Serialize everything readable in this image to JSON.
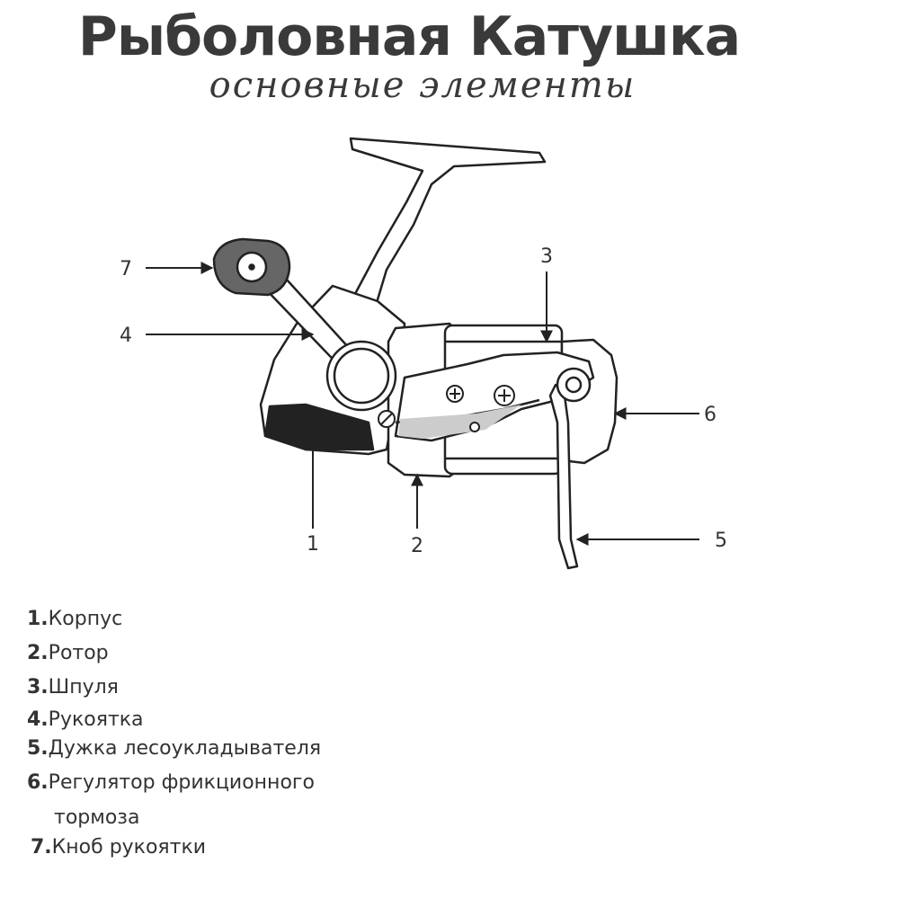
{
  "header": {
    "title": "Рыболовная Катушка",
    "subtitle": "основные элементы"
  },
  "callouts": [
    {
      "num": "1"
    },
    {
      "num": "2"
    },
    {
      "num": "3"
    },
    {
      "num": "4"
    },
    {
      "num": "5"
    },
    {
      "num": "6"
    },
    {
      "num": "7"
    }
  ],
  "legend": {
    "items": [
      {
        "num": "1.",
        "label": "Корпус"
      },
      {
        "num": "2.",
        "label": "Ротор"
      },
      {
        "num": "3.",
        "label": "Шпуля"
      },
      {
        "num": "4.",
        "label": "Рукоятка"
      },
      {
        "num": "5.",
        "label": "Дужка лесоукладывателя"
      },
      {
        "num": "6.",
        "label": "Регулятор фрикционного",
        "label_cont": "тормоза"
      },
      {
        "num": "7.",
        "label": "Кноб рукоятки"
      }
    ]
  }
}
